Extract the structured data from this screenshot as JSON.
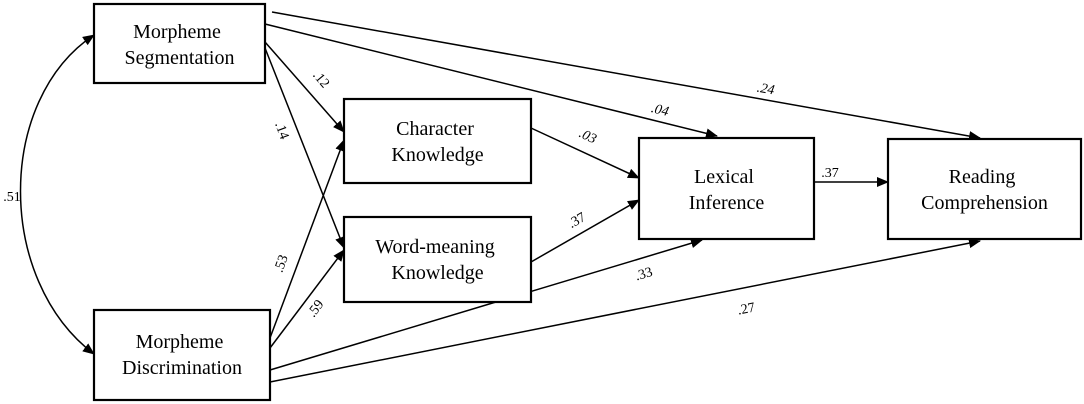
{
  "nodes": {
    "ms": {
      "lines": [
        "Morpheme",
        "Segmentation"
      ]
    },
    "md": {
      "lines": [
        "Morpheme",
        "Discrimination"
      ]
    },
    "ck": {
      "lines": [
        "Character",
        "Knowledge"
      ]
    },
    "wk": {
      "lines": [
        "Word-meaning",
        "Knowledge"
      ]
    },
    "li": {
      "lines": [
        "Lexical",
        "Inference"
      ]
    },
    "rc": {
      "lines": [
        "Reading",
        "Comprehension"
      ]
    }
  },
  "edges": [
    {
      "id": "ms-ck",
      "from": "ms",
      "to": "ck",
      "label": ".12",
      "italic": false
    },
    {
      "id": "ms-wk",
      "from": "ms",
      "to": "wk",
      "label": ".14",
      "italic": false
    },
    {
      "id": "ms-li",
      "from": "ms",
      "to": "li",
      "label": ".04",
      "italic": true
    },
    {
      "id": "ms-rc",
      "from": "ms",
      "to": "rc",
      "label": ".24",
      "italic": true
    },
    {
      "id": "md-ck",
      "from": "md",
      "to": "ck",
      "label": ".53",
      "italic": false
    },
    {
      "id": "md-wk",
      "from": "md",
      "to": "wk",
      "label": ".59",
      "italic": false
    },
    {
      "id": "md-li",
      "from": "md",
      "to": "li",
      "label": ".33",
      "italic": false
    },
    {
      "id": "md-rc",
      "from": "md",
      "to": "rc",
      "label": ".27",
      "italic": false
    },
    {
      "id": "ck-li",
      "from": "ck",
      "to": "li",
      "label": ".03",
      "italic": true
    },
    {
      "id": "wk-li",
      "from": "wk",
      "to": "li",
      "label": ".37",
      "italic": false
    },
    {
      "id": "li-rc",
      "from": "li",
      "to": "rc",
      "label": ".37",
      "italic": false
    }
  ],
  "correlation": {
    "from": "ms",
    "to": "md",
    "label": ".51"
  }
}
